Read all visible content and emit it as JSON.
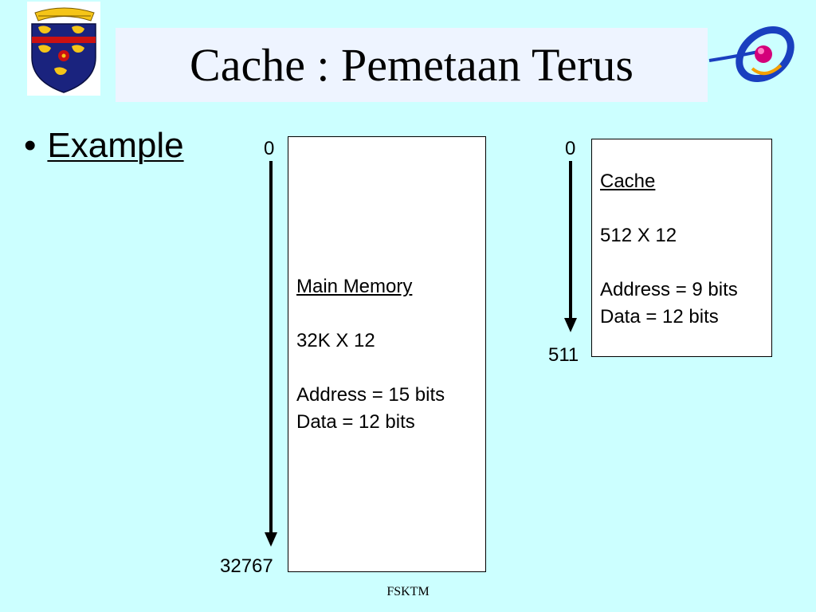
{
  "slide": {
    "title": "Cache : Pemetaan Terus",
    "bullet": {
      "symbol": "•",
      "label": "Example"
    },
    "main_memory": {
      "start_index": "0",
      "end_index": "32767",
      "heading": "Main Memory",
      "size": "32K X 12",
      "address": "Address = 15 bits",
      "data": "Data = 12 bits"
    },
    "cache": {
      "start_index": "0",
      "end_index": "511",
      "heading": "Cache",
      "size": "512 X 12",
      "address": "Address = 9 bits",
      "data": "Data = 12 bits"
    },
    "footer": "FSKTM"
  },
  "logos": {
    "left": "university-crest-icon",
    "right": "ring-globe-logo-icon"
  },
  "colors": {
    "background": "#ccffff",
    "title_banner": "#eef4ff",
    "crest_shield": "#1a237e",
    "crest_gold": "#f5c518",
    "crest_red": "#cc1111",
    "logo_blue": "#1a3fbf",
    "logo_magenta": "#d4007a"
  }
}
